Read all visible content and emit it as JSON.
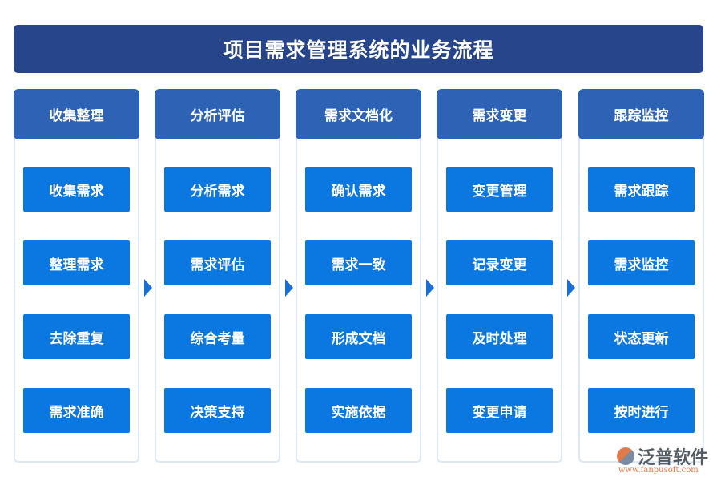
{
  "title": "项目需求管理系统的业务流程",
  "columns": [
    {
      "header": "收集整理",
      "items": [
        "收集需求",
        "整理需求",
        "去除重复",
        "需求准确"
      ]
    },
    {
      "header": "分析评估",
      "items": [
        "分析需求",
        "需求评估",
        "综合考量",
        "决策支持"
      ]
    },
    {
      "header": "需求文档化",
      "items": [
        "确认需求",
        "需求一致",
        "形成文档",
        "实施依据"
      ]
    },
    {
      "header": "需求变更",
      "items": [
        "变更管理",
        "记录变更",
        "及时处理",
        "变更申请"
      ]
    },
    {
      "header": "跟踪监控",
      "items": [
        "需求跟踪",
        "需求监控",
        "状态更新",
        "按时进行"
      ]
    }
  ],
  "logo": {
    "name": "泛普软件",
    "url": "www.fanpusoft.com"
  },
  "colors": {
    "title_bg": "#27458a",
    "header_bg": "#2d62b5",
    "button_bg": "#0a78e0",
    "arrow": "#1a6fd4"
  }
}
